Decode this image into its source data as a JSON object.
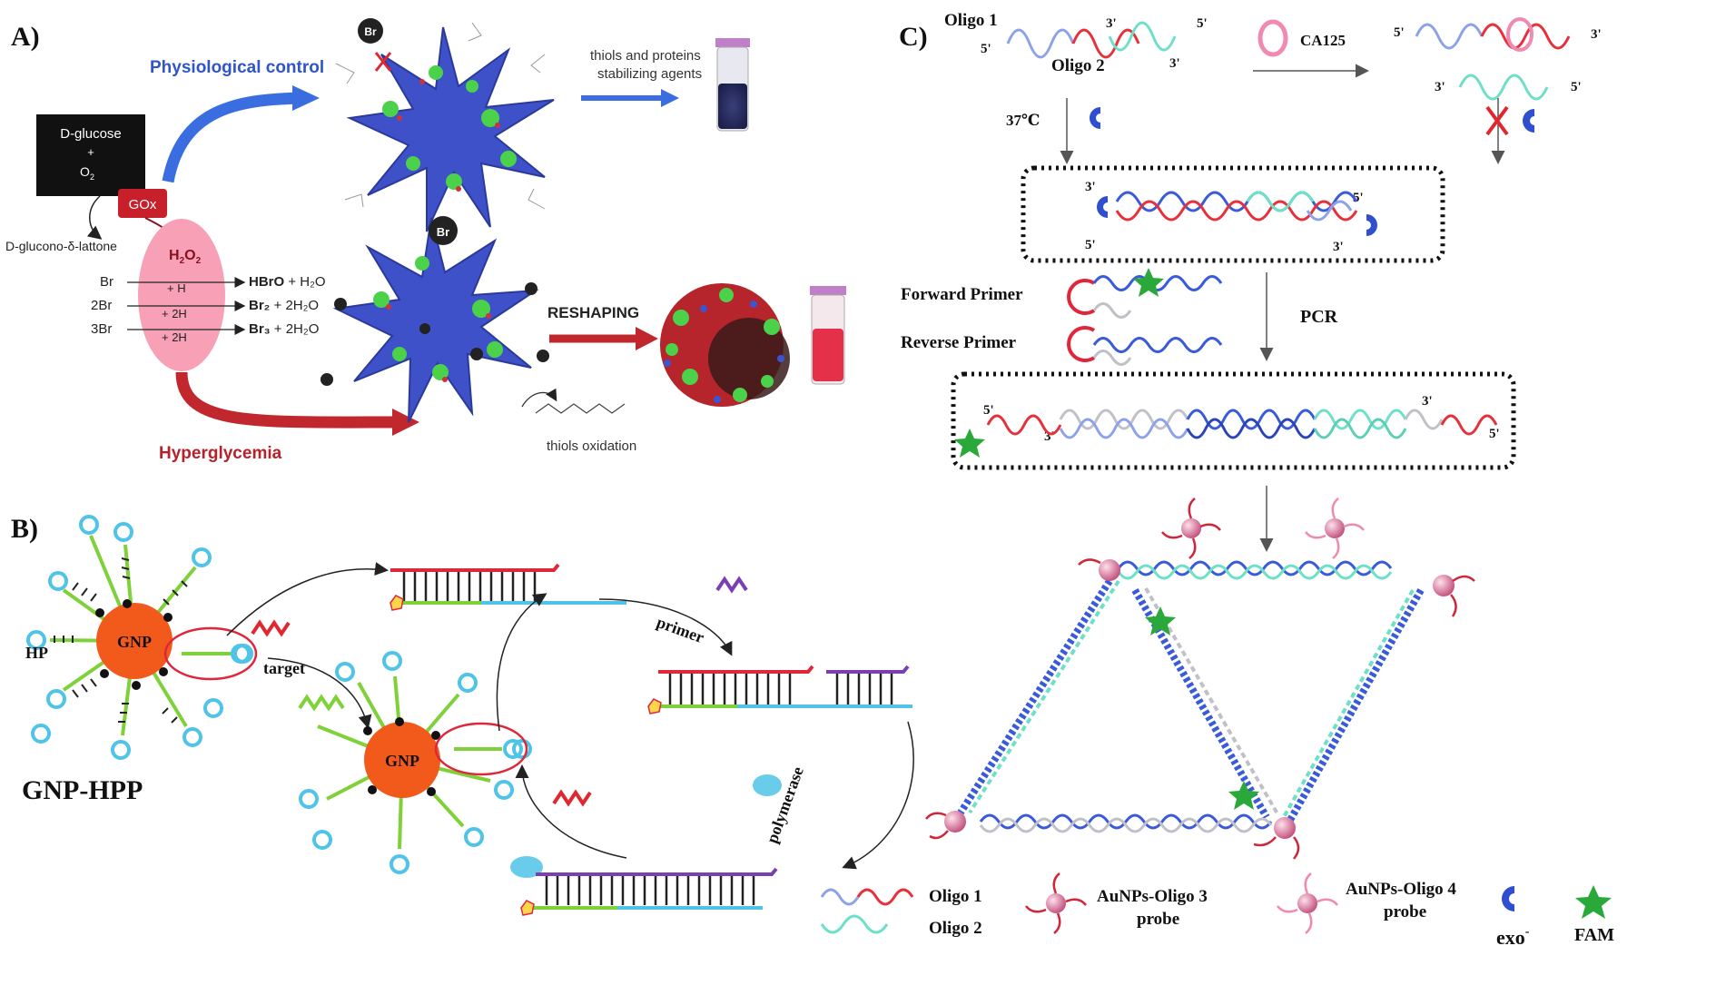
{
  "panelA": {
    "label": "A)",
    "glucose_box": [
      "D-glucose",
      "+",
      "O",
      "2"
    ],
    "gox": "GOx",
    "gluconolactone": "D-glucono-δ-lattone",
    "h2o2": "H",
    "physiological_control": "Physiological control",
    "stabilizing_line1": "thiols and proteins",
    "stabilizing_line2": "stabilizing agents",
    "br_top": "Br",
    "br_mid": "Br",
    "reactions": [
      {
        "left": "Br",
        "mid": "+ H",
        "right_bold": "HBrO",
        "right_rest": " + H₂O"
      },
      {
        "left": "2Br",
        "mid": "+ 2H",
        "right_bold": "Br₂",
        "right_rest": " + 2H₂O"
      },
      {
        "left": "3Br",
        "mid": "+ 2H",
        "right_bold": "Br₃",
        "right_rest": " + 2H₂O"
      }
    ],
    "reshaping": "RESHAPING",
    "thiols_oxidation": "thiols oxidation",
    "hyperglycemia": "Hyperglycemia"
  },
  "panelB": {
    "label": "B)",
    "hp": "HP",
    "gnp": "GNP",
    "gnp2": "GNP",
    "target": "target",
    "primer": "primer",
    "polymerase": "polymerase",
    "gnp_hpp": "GNP-HPP"
  },
  "panelC": {
    "label": "C)",
    "oligo1": "Oligo 1",
    "oligo2": "Oligo 2",
    "ca125": "CA125",
    "temp": "37℃",
    "forward_primer": "Forward Primer",
    "reverse_primer": "Reverse Primer",
    "pcr": "PCR",
    "ends": {
      "p3": "3'",
      "p5": "5'"
    },
    "legend": {
      "oligo1": "Oligo 1",
      "oligo2": "Oligo 2",
      "probe3_line1": "AuNPs-Oligo 3",
      "probe3_line2": "probe",
      "probe4_line1": "AuNPs-Oligo 4",
      "probe4_line2": "probe",
      "exo": "exo",
      "exo_sup": "-",
      "fam": "FAM"
    }
  },
  "colors": {
    "dna_red": "#e8303a",
    "dna_blue": "#3a5bd9",
    "dna_cyan": "#6fe0c8",
    "dna_grey": "#c0c0c8",
    "gnp_orange": "#f25a1c",
    "hairpin_blue": "#4fc3e8",
    "green": "#7fd13a",
    "exo_blue": "#2f4fd0",
    "fam_green": "#2aa83a",
    "pink": "#f6b7c7"
  }
}
